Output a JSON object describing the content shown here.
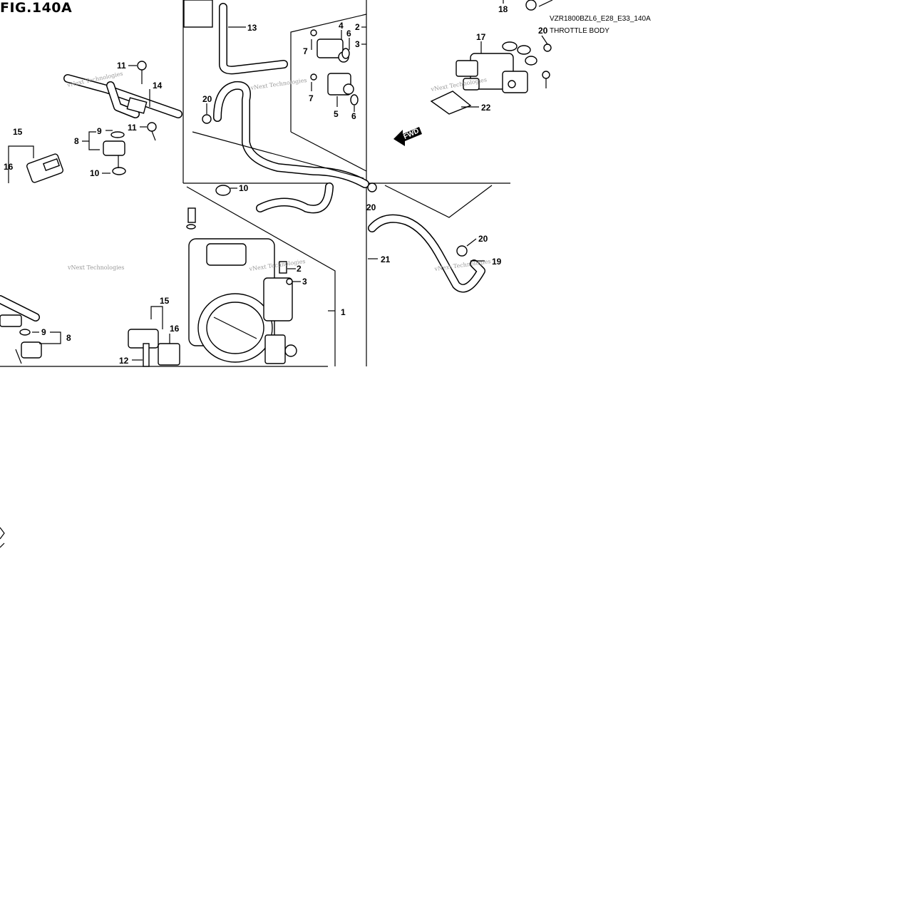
{
  "figure": {
    "title": "FIG.140A",
    "model_code": "VZR1800BZL6_E28_E33_140A",
    "name": "THROTTLE BODY",
    "fwd_label": "FWD",
    "watermark": "vNext Technologies"
  },
  "callouts": {
    "c1": "1",
    "c2a": "2",
    "c2b": "2",
    "c3a": "3",
    "c3b": "3",
    "c4": "4",
    "c5": "5",
    "c6a": "6",
    "c6b": "6",
    "c7a": "7",
    "c7b": "7",
    "c8a": "8",
    "c8b": "8",
    "c9a": "9",
    "c9b": "9",
    "c10a": "10",
    "c10b": "10",
    "c11a": "11",
    "c11b": "11",
    "c12": "12",
    "c13": "13",
    "c14": "14",
    "c15a": "15",
    "c15b": "15",
    "c16a": "16",
    "c16b": "16",
    "c17": "17",
    "c18": "18",
    "c19": "19",
    "c20a": "20",
    "c20b": "20",
    "c20c": "20",
    "c20d": "20",
    "c21": "21",
    "c22": "22"
  }
}
